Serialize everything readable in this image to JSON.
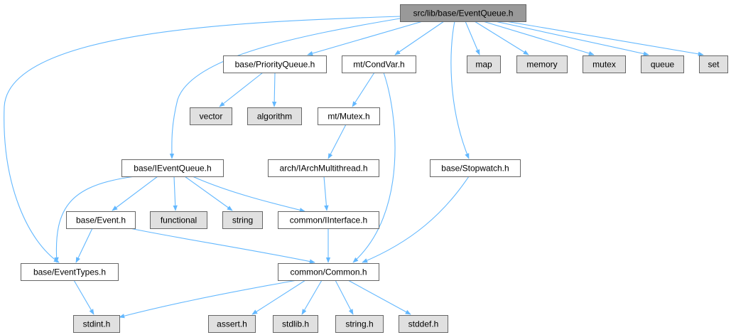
{
  "diagram": {
    "type": "include-dependency-graph",
    "colors": {
      "root_fill": "#999999",
      "file_fill": "#ffffff",
      "system_fill": "#e0e0e0",
      "border": "#666666",
      "edge": "#63b8ff",
      "text": "#000000"
    },
    "nodes": [
      {
        "id": "root",
        "label": "src/lib/base/EventQueue.h",
        "kind": "root"
      },
      {
        "id": "priorityqueue",
        "label": "base/PriorityQueue.h",
        "kind": "file"
      },
      {
        "id": "condvar",
        "label": "mt/CondVar.h",
        "kind": "file"
      },
      {
        "id": "map",
        "label": "map",
        "kind": "system"
      },
      {
        "id": "memory",
        "label": "memory",
        "kind": "system"
      },
      {
        "id": "mutex",
        "label": "mutex",
        "kind": "system"
      },
      {
        "id": "queue",
        "label": "queue",
        "kind": "system"
      },
      {
        "id": "set",
        "label": "set",
        "kind": "system"
      },
      {
        "id": "vector",
        "label": "vector",
        "kind": "system"
      },
      {
        "id": "algorithm",
        "label": "algorithm",
        "kind": "system"
      },
      {
        "id": "mtmutex",
        "label": "mt/Mutex.h",
        "kind": "file"
      },
      {
        "id": "ieventqueue",
        "label": "base/IEventQueue.h",
        "kind": "file"
      },
      {
        "id": "iarch",
        "label": "arch/IArchMultithread.h",
        "kind": "file"
      },
      {
        "id": "stopwatch",
        "label": "base/Stopwatch.h",
        "kind": "file"
      },
      {
        "id": "event",
        "label": "base/Event.h",
        "kind": "file"
      },
      {
        "id": "functional",
        "label": "functional",
        "kind": "system"
      },
      {
        "id": "string",
        "label": "string",
        "kind": "system"
      },
      {
        "id": "iinterface",
        "label": "common/IInterface.h",
        "kind": "file"
      },
      {
        "id": "eventtypes",
        "label": "base/EventTypes.h",
        "kind": "file"
      },
      {
        "id": "common",
        "label": "common/Common.h",
        "kind": "file"
      },
      {
        "id": "stdint",
        "label": "stdint.h",
        "kind": "system"
      },
      {
        "id": "assert",
        "label": "assert.h",
        "kind": "system"
      },
      {
        "id": "stdlib",
        "label": "stdlib.h",
        "kind": "system"
      },
      {
        "id": "stringh",
        "label": "string.h",
        "kind": "system"
      },
      {
        "id": "stddef",
        "label": "stddef.h",
        "kind": "system"
      }
    ],
    "edges": [
      {
        "from": "root",
        "to": "eventtypes"
      },
      {
        "from": "root",
        "to": "ieventqueue"
      },
      {
        "from": "root",
        "to": "priorityqueue"
      },
      {
        "from": "root",
        "to": "condvar"
      },
      {
        "from": "root",
        "to": "stopwatch"
      },
      {
        "from": "root",
        "to": "map"
      },
      {
        "from": "root",
        "to": "memory"
      },
      {
        "from": "root",
        "to": "mutex"
      },
      {
        "from": "root",
        "to": "queue"
      },
      {
        "from": "root",
        "to": "set"
      },
      {
        "from": "priorityqueue",
        "to": "vector"
      },
      {
        "from": "priorityqueue",
        "to": "algorithm"
      },
      {
        "from": "condvar",
        "to": "mtmutex"
      },
      {
        "from": "condvar",
        "to": "common"
      },
      {
        "from": "mtmutex",
        "to": "iarch"
      },
      {
        "from": "iarch",
        "to": "iinterface"
      },
      {
        "from": "stopwatch",
        "to": "common"
      },
      {
        "from": "ieventqueue",
        "to": "event"
      },
      {
        "from": "ieventqueue",
        "to": "eventtypes"
      },
      {
        "from": "ieventqueue",
        "to": "functional"
      },
      {
        "from": "ieventqueue",
        "to": "string"
      },
      {
        "from": "ieventqueue",
        "to": "iinterface"
      },
      {
        "from": "event",
        "to": "eventtypes"
      },
      {
        "from": "event",
        "to": "common"
      },
      {
        "from": "iinterface",
        "to": "common"
      },
      {
        "from": "eventtypes",
        "to": "stdint"
      },
      {
        "from": "common",
        "to": "stdint"
      },
      {
        "from": "common",
        "to": "assert"
      },
      {
        "from": "common",
        "to": "stdlib"
      },
      {
        "from": "common",
        "to": "stringh"
      },
      {
        "from": "common",
        "to": "stddef"
      }
    ]
  }
}
